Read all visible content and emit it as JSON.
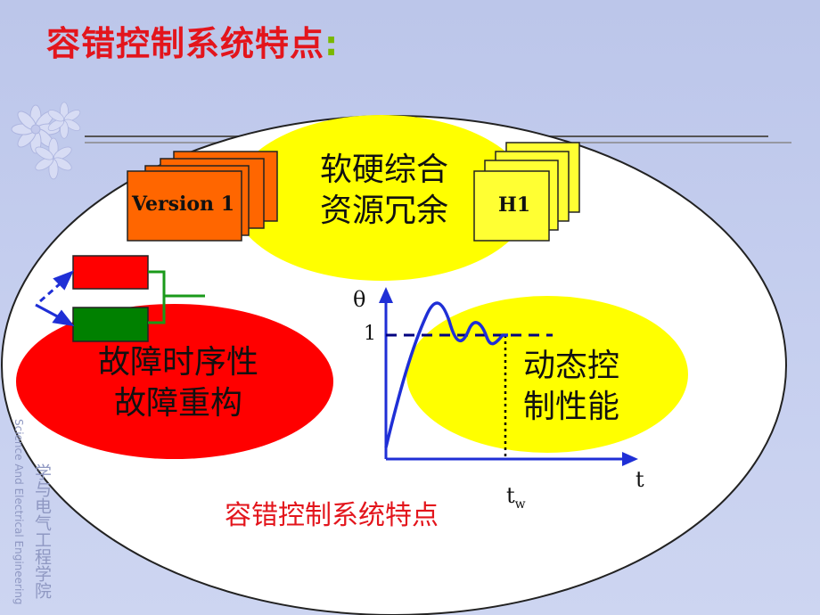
{
  "title": "容错控制系统特点",
  "title_colon": ":",
  "side_text_en": "Science And Electrical Engineering",
  "side_text_cn": "学与电气工程学院",
  "redundancy": {
    "label_line1": "软硬综合",
    "label_line2": "资源冗余",
    "version_box": "Version 1",
    "h_box": "H1"
  },
  "fault": {
    "label_line1": "故障时序性",
    "label_line2": "故障重构"
  },
  "dynamic": {
    "label_line1": "动态控",
    "label_line2": "制性能",
    "y_axis": "θ",
    "x_axis": "t",
    "one_tick": "1",
    "tw_main": "t",
    "tw_sub": "w"
  },
  "bottom_title": "容错控制系统特点",
  "colors": {
    "title_red": "#e3151c",
    "ellipse_yellow": "#ffff00",
    "ellipse_red": "#ff0000",
    "orange_box": "#ff6600",
    "yellow_box": "#ffff33",
    "green_box": "#008000",
    "red_box": "#ff0000",
    "curve_blue": "#1f2fd6",
    "dash_navy": "#000080"
  }
}
